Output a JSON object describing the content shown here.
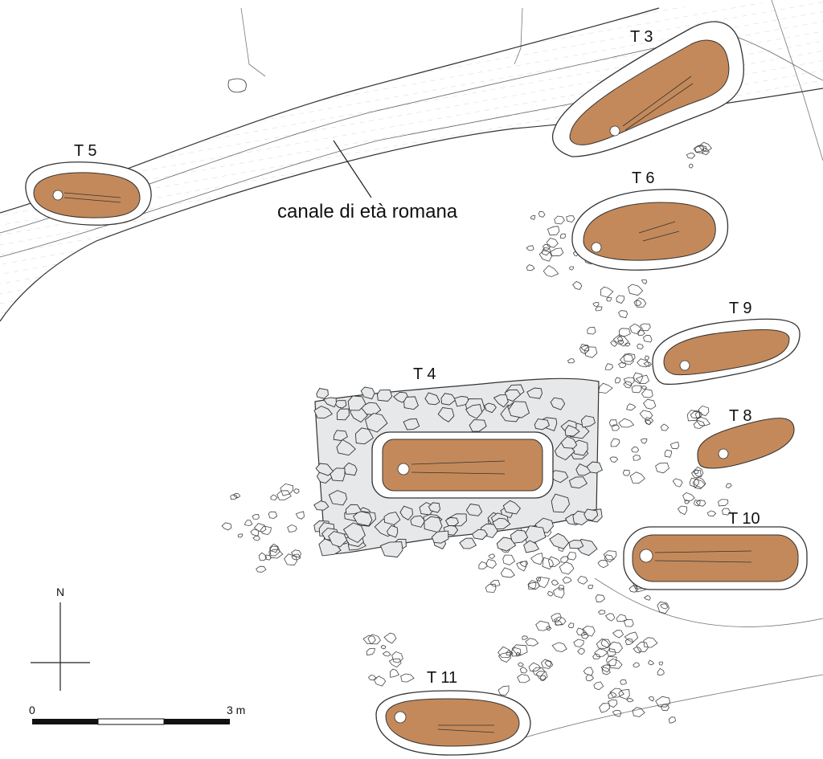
{
  "canal": {
    "label": "canale di età romana"
  },
  "tombs": [
    {
      "id": "T3",
      "label": "T 3"
    },
    {
      "id": "T4",
      "label": "T 4"
    },
    {
      "id": "T5",
      "label": "T 5"
    },
    {
      "id": "T6",
      "label": "T 6"
    },
    {
      "id": "T8",
      "label": "T 8"
    },
    {
      "id": "T9",
      "label": "T 9"
    },
    {
      "id": "T10",
      "label": "T 10"
    },
    {
      "id": "T11",
      "label": "T 11"
    }
  ],
  "north_arrow": {
    "label": "N"
  },
  "scale_bar": {
    "start_label": "0",
    "end_label": "3 m"
  },
  "colors": {
    "fill": "#c4895a",
    "stone": "#e6e8ea",
    "line": "#333333"
  }
}
